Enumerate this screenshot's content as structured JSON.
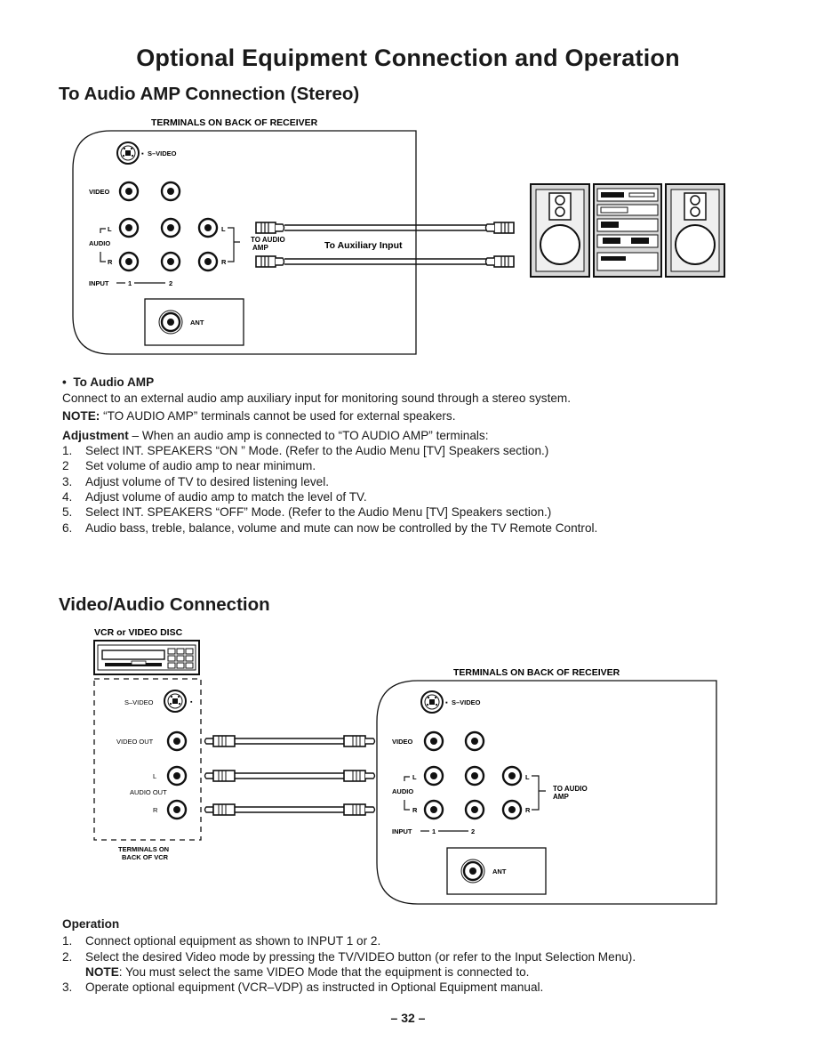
{
  "title": "Optional Equipment Connection and Operation",
  "section1": {
    "heading": "To Audio AMP Connection (Stereo)",
    "diagram": {
      "caption": "TERMINALS ON BACK OF RECEIVER",
      "svideo": "S–VIDEO",
      "video": "VIDEO",
      "l": "L",
      "r": "R",
      "audio": "AUDIO",
      "input": "INPUT",
      "in1": "1",
      "in2": "2",
      "to_audio_amp_1": "TO AUDIO",
      "to_audio_amp_2": "AMP",
      "aux_label": "To Auxiliary Input",
      "ant": "ANT"
    },
    "bullet_title": "To Audio AMP",
    "bullet_text": "Connect to an external audio amp auxiliary input for monitoring sound through a stereo system.",
    "note_label": "NOTE:",
    "note_text": "“TO AUDIO AMP” terminals cannot be used for external speakers.",
    "adjustment_label": "Adjustment",
    "adjustment_text": "– When an audio amp is connected to “TO AUDIO AMP” terminals:",
    "steps": [
      {
        "n": "1.",
        "t": "Select INT. SPEAKERS “ON ” Mode. (Refer to the Audio Menu [TV] Speakers section.)"
      },
      {
        "n": "2",
        "t": "Set volume of audio amp to near minimum."
      },
      {
        "n": "3.",
        "t": "Adjust volume of TV to desired listening level."
      },
      {
        "n": "4.",
        "t": "Adjust volume of audio amp to match the level of TV."
      },
      {
        "n": "5.",
        "t": "Select INT. SPEAKERS “OFF” Mode. (Refer to the Audio Menu [TV] Speakers section.)"
      },
      {
        "n": "6.",
        "t": "Audio bass, treble, balance, volume and mute can now be controlled by the TV Remote Control."
      }
    ]
  },
  "section2": {
    "heading": "Video/Audio Connection",
    "diagram": {
      "vcr_title": "VCR or VIDEO DISC",
      "svideo_left": "S–VIDEO",
      "video_out": "VIDEO OUT",
      "l": "L",
      "audio_out": "AUDIO OUT",
      "r": "R",
      "vcr_terminals_1": "TERMINALS ON",
      "vcr_terminals_2": "BACK OF VCR",
      "caption": "TERMINALS ON BACK OF RECEIVER",
      "svideo": "S–VIDEO",
      "video": "VIDEO",
      "audio": "AUDIO",
      "input": "INPUT",
      "in1": "1",
      "in2": "2",
      "to_audio_amp_1": "TO AUDIO",
      "to_audio_amp_2": "AMP",
      "ant": "ANT"
    },
    "operation_label": "Operation",
    "steps": [
      {
        "n": "1.",
        "t": "Connect optional equipment as shown to INPUT 1 or 2."
      },
      {
        "n": "2.",
        "t": "Select the desired Video mode by pressing the TV/VIDEO button (or refer to the Input Selection Menu)."
      },
      {
        "n": "3.",
        "t": "Operate optional equipment (VCR–VDP) as instructed in Optional Equipment manual."
      }
    ],
    "step2_note_label": "NOTE",
    "step2_note_text": ": You must select the same VIDEO Mode that the equipment is connected to."
  },
  "page_number": "– 32 –"
}
